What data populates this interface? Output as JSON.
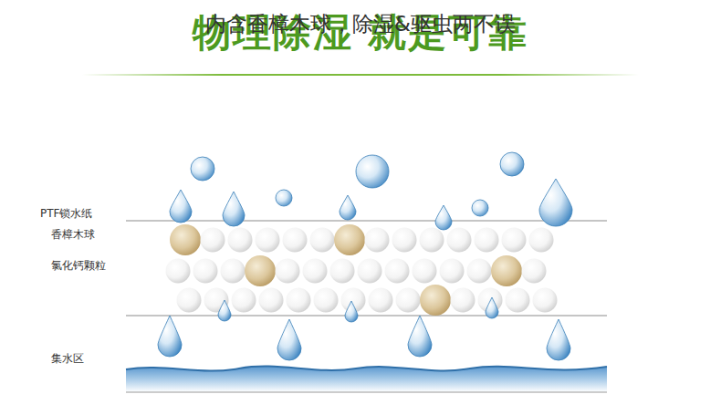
{
  "diagram": {
    "title": "物理除湿 就是可靠",
    "labels": [
      "内含香樟木球，除湿&驱虫两不误",
      "PTF锁水纸",
      "香樟木球",
      "氯化钙颗粒",
      "集水区"
    ]
  }
}
